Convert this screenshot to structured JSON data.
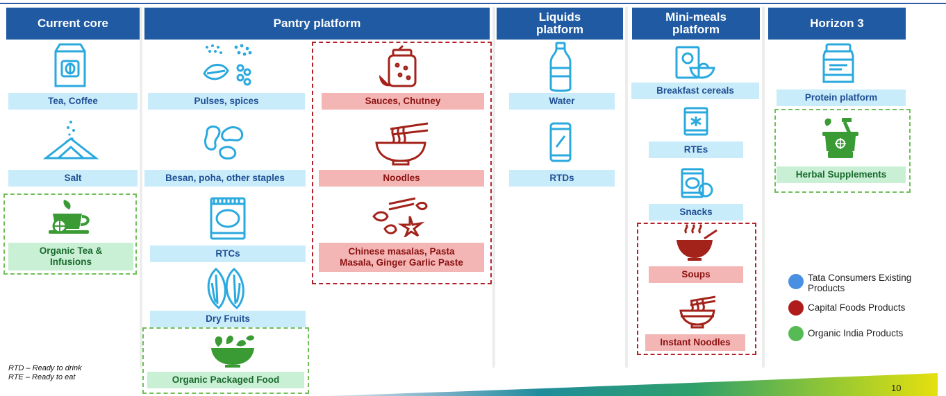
{
  "headers": {
    "core": "Current core",
    "pantry": "Pantry platform",
    "liquids": "Liquids\nplatform",
    "minimeals": "Mini-meals\nplatform",
    "horizon": "Horizon 3"
  },
  "labels": {
    "tea_coffee": "Tea, Coffee",
    "salt": "Salt",
    "organic_tea": "Organic Tea &\nInfusions",
    "pulses": "Pulses, spices",
    "besan": "Besan, poha, other staples",
    "rtcs": "RTCs",
    "dry_fruits": "Dry Fruits",
    "organic_packaged": "Organic Packaged Food",
    "sauces": "Sauces, Chutney",
    "noodles": "Noodles",
    "chinese": "Chinese masalas, Pasta\nMasala, Ginger Garlic Paste",
    "water": "Water",
    "rtds": "RTDs",
    "breakfast": "Breakfast cereals",
    "rtes": "RTEs",
    "snacks": "Snacks",
    "soups": "Soups",
    "instant_noodles": "Instant Noodles",
    "protein": "Protein platform",
    "herbal": "Herbal Supplements"
  },
  "legend": {
    "tata": "Tata Consumers Existing\nProducts",
    "capital": "Capital Foods Products",
    "organic": "Organic India Products"
  },
  "notes": {
    "rtd": "RTD – Ready to drink",
    "rte": "RTE – Ready to eat"
  },
  "page_number": "10",
  "colors": {
    "header": "#1f5aa3",
    "tata": "#4a90e2",
    "capital": "#b01c1c",
    "organic": "#57bb55",
    "icon_blue": "#2aa9df",
    "icon_red": "#a3221a",
    "icon_green": "#3a9b35"
  }
}
